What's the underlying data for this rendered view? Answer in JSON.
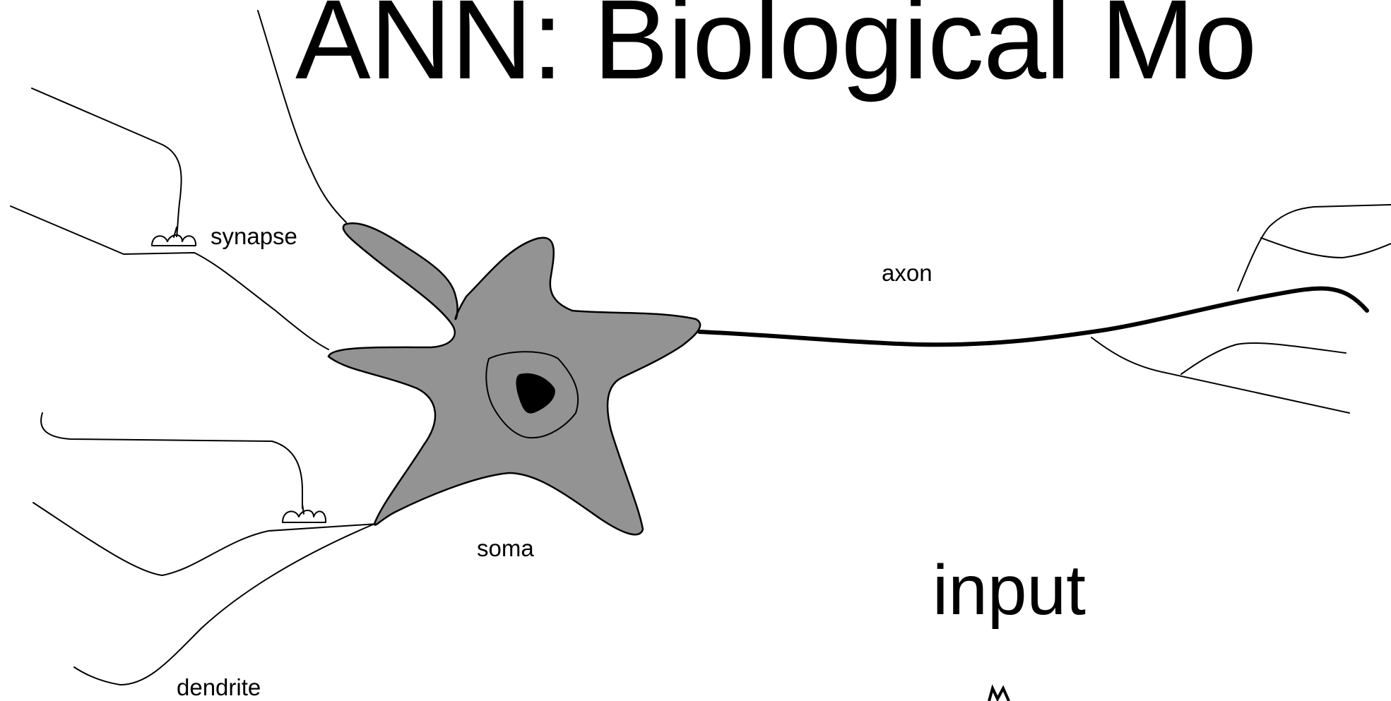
{
  "title": "ANN: Biological Mo",
  "labels": {
    "synapse": "synapse",
    "axon": "axon",
    "soma": "soma",
    "dendrite": "dendrite",
    "input": "input"
  },
  "colors": {
    "soma_fill": "#939393",
    "nucleus_fill": "#000000",
    "stroke": "#000000",
    "background": "#ffffff"
  }
}
